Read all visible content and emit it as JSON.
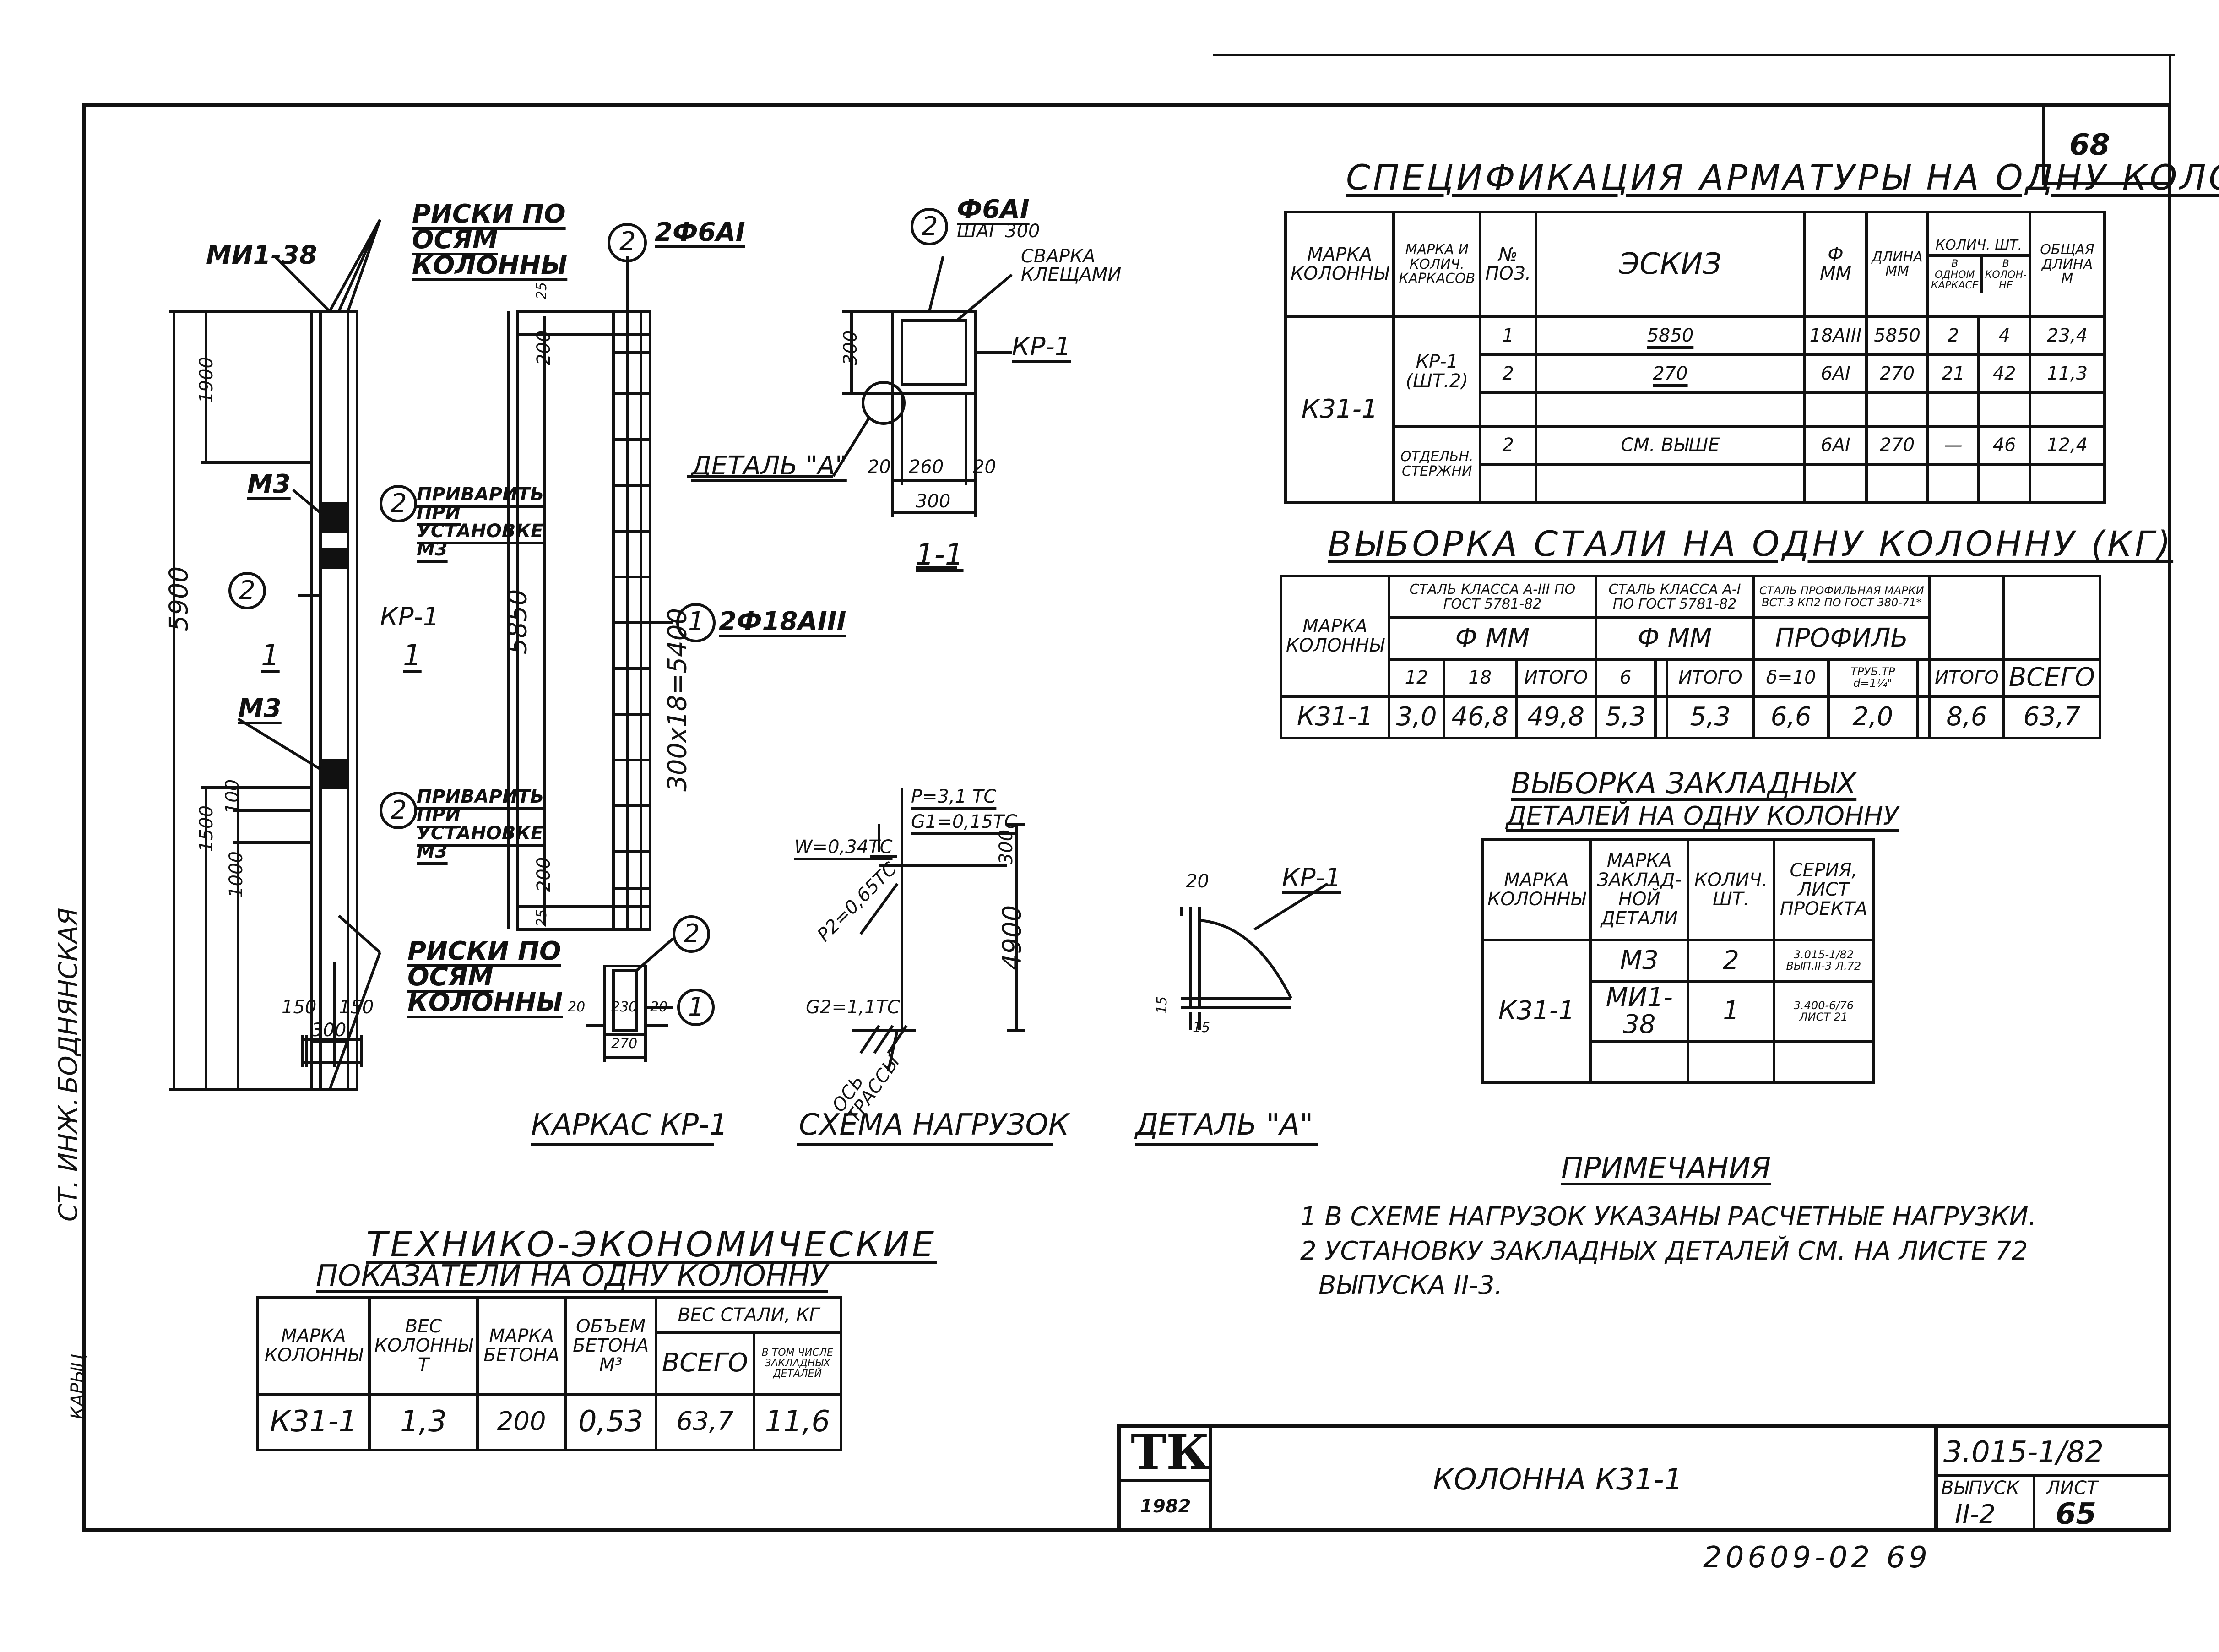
{
  "sheet": {
    "page_number": "68",
    "archive_code": "20609-02 69",
    "left_margin": [
      "БОДНЯНСКАЯ",
      "СТ. ИНЖ.",
      "КАРЫЦ"
    ]
  },
  "rebar_spec": {
    "title": "СПЕЦИФИКАЦИЯ АРМАТУРЫ НА ОДНУ КОЛОННУ",
    "headers": {
      "mark": "МАРКА КОЛОННЫ",
      "cage_mark": "МАРКА И КОЛИЧ. КАРКАСОВ",
      "pos": "№ ПОЗ.",
      "sketch": "ЭСКИЗ",
      "diam": "Ф ММ",
      "length": "ДЛИНА ММ",
      "qty": "КОЛИЧ. ШТ.",
      "qty_cage": "В ОДНОМ КАРКАСЕ",
      "qty_column": "В КОЛОН-НЕ",
      "total": "ОБЩАЯ ДЛИНА М"
    },
    "column_mark": "К31-1",
    "cage_label": "КР-1 (ШТ.2)",
    "separate_label": "ОТДЕЛЬН. СТЕРЖНИ",
    "rows": [
      {
        "pos": "1",
        "sketch": "5850",
        "diam": "18AIII",
        "length": "5850",
        "qty_cage": "2",
        "qty_column": "4",
        "total": "23,4"
      },
      {
        "pos": "2",
        "sketch": "270",
        "diam": "6AI",
        "length": "270",
        "qty_cage": "21",
        "qty_column": "42",
        "total": "11,3"
      },
      {
        "pos": "2",
        "sketch": "СМ. ВЫШЕ",
        "diam": "6AI",
        "length": "270",
        "qty_cage": "—",
        "qty_column": "46",
        "total": "12,4"
      }
    ]
  },
  "steel_selection": {
    "title": "ВЫБОРКА СТАЛИ НА ОДНУ КОЛОННУ (КГ)",
    "mark_header": "МАРКА КОЛОННЫ",
    "group_a3": "СТАЛЬ КЛАССА А-III ПО ГОСТ 5781-82",
    "group_a1": "СТАЛЬ КЛАССА А-I ПО ГОСТ 5781-82",
    "group_profile": "СТАЛЬ ПРОФИЛЬНАЯ МАРКИ ВСТ.3 КП2 ПО ГОСТ 380-71*",
    "phi": "Ф ММ",
    "profile": "ПРОФИЛЬ",
    "d12": "12",
    "d18": "18",
    "d6": "6",
    "itogo": "ИТОГО",
    "delta": "δ=10",
    "pipe": "ТРУБ.ТР d=1¼\"",
    "vsego": "ВСЕГО",
    "row": {
      "mark": "К31-1",
      "d12": "3,0",
      "d18": "46,8",
      "itogo1": "49,8",
      "d6": "5,3",
      "itogo2": "5,3",
      "delta": "6,6",
      "pipe": "2,0",
      "itogo3": "8,6",
      "vsego": "63,7"
    }
  },
  "embedded_selection": {
    "title1": "ВЫБОРКА ЗАКЛАДНЫХ",
    "title2": "ДЕТАЛЕЙ НА ОДНУ КОЛОННУ",
    "headers": {
      "mark": "МАРКА КОЛОННЫ",
      "part": "МАРКА ЗАКЛАД-НОЙ ДЕТАЛИ",
      "qty": "КОЛИЧ. ШТ.",
      "series": "СЕРИЯ, ЛИСТ ПРОЕКТА"
    },
    "column_mark": "К31-1",
    "rows": [
      {
        "part": "М3",
        "qty": "2",
        "series": "3.015-1/82 ВЫП.II-3 Л.72"
      },
      {
        "part": "МИ1-38",
        "qty": "1",
        "series": "3.400-6/76 ЛИСТ 21"
      }
    ]
  },
  "notes": {
    "title": "ПРИМЕЧАНИЯ",
    "items": [
      "1 В СХЕМЕ НАГРУЗОК УКАЗАНЫ РАСЧЕТНЫЕ НАГРУЗКИ.",
      "2 УСТАНОВКУ ЗАКЛАДНЫХ ДЕТАЛЕЙ СМ. НА ЛИСТЕ 72",
      "ВЫПУСКА II-3."
    ]
  },
  "tech_econ": {
    "title1": "ТЕХНИКО-ЭКОНОМИЧЕСКИЕ",
    "title2": "ПОКАЗАТЕЛИ НА ОДНУ КОЛОННУ",
    "headers": {
      "mark": "МАРКА КОЛОННЫ",
      "weight": "ВЕС КОЛОННЫ Т",
      "concrete": "МАРКА БЕТОНА",
      "volume": "ОБЪЕМ БЕТОНА М³",
      "steel": "ВЕС СТАЛИ, КГ",
      "total": "ВСЕГО",
      "embedded": "В ТОМ ЧИСЛЕ ЗАКЛАДНЫХ ДЕТАЛЕЙ"
    },
    "row": {
      "mark": "К31-1",
      "weight": "1,3",
      "concrete": "200",
      "volume": "0,53",
      "total": "63,7",
      "embedded": "11,6"
    }
  },
  "title_block": {
    "logo": "ТК",
    "year": "1982",
    "name": "КОЛОННА К31-1",
    "series": "3.015-1/82",
    "issue_label": "ВЫПУСК",
    "issue": "II-2",
    "sheet_label": "ЛИСТ",
    "sheet": "65"
  },
  "drawings": {
    "cage_caption": "КАРКАС КР-1",
    "loads_caption": "СХЕМА НАГРУЗОК",
    "detail_caption": "ДЕТАЛЬ \"А\"",
    "labels": {
      "mi": "МИ1-38",
      "axis_marks_top": "РИСКИ ПО ОСЯМ КОЛОННЫ",
      "axis_marks_bottom": "РИСКИ ПО ОСЯМ КОЛОННЫ",
      "m3_a": "М3",
      "m3_b": "М3",
      "weld_a": "ПРИВАРИТЬ ПРИ УСТАНОВКЕ М3",
      "weld_b": "ПРИВАРИТЬ ПРИ УСТАНОВКЕ М3",
      "kr1": "КР-1",
      "kr1_b": "КР-1",
      "kr1_c": "КР-1",
      "one": "1",
      "d5900": "5900",
      "d1900": "1900",
      "d1500": "1500",
      "d1000": "1000",
      "d100": "100",
      "d150a": "150",
      "d150b": "150",
      "d300": "300",
      "d5850": "5850",
      "d300x18": "300x18=5400",
      "d200": "200",
      "d25a": "25",
      "d25b": "25",
      "d200b": "200",
      "pos2_bar": "2Ф6AI",
      "pos1_bar": "2Ф18AIII",
      "phi6": "Ф6AI",
      "step": "ШАГ 300",
      "weld_clamp": "СВАРКА КЛЕЩАМИ",
      "detail_a": "ДЕТАЛЬ \"А\"",
      "sec_20a": "20",
      "sec_260": "260",
      "sec_20b": "20",
      "sec_300": "300",
      "sec_300v": "300",
      "section": "1-1",
      "small_20a": "20",
      "small_230": "230",
      "small_20b": "20",
      "small_270": "270",
      "load_p": "P=3,1 ТС",
      "load_g1": "G1=0,15ТС",
      "load_w": "W=0,34ТС",
      "load_p2": "P2=0,65ТС",
      "load_g2": "G2=1,1ТС",
      "load_300": "300",
      "load_4900": "4900",
      "axis": "ОСЬ ТРАССЫ",
      "det_20": "20",
      "det_15a": "15",
      "det_15b": "15"
    }
  }
}
